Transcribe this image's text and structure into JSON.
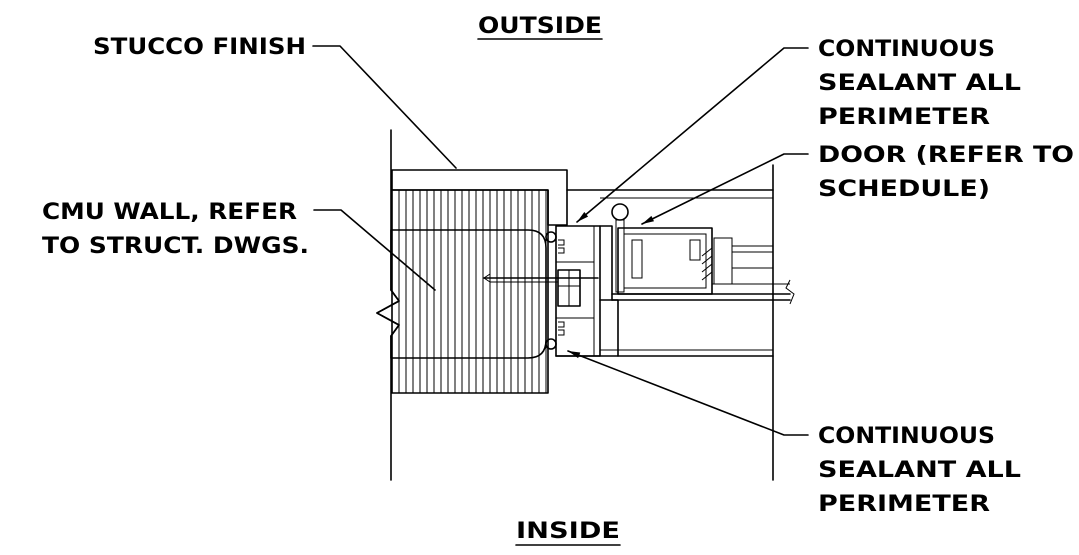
{
  "orientation": {
    "outside": "OUTSIDE",
    "inside": "INSIDE"
  },
  "labels": {
    "stucco_finish": [
      "STUCCO FINISH"
    ],
    "cmu_wall": [
      "CMU WALL, REFER",
      "TO STRUCT. DWGS."
    ],
    "sealant_top": [
      "CONTINUOUS",
      "SEALANT ALL",
      "PERIMETER"
    ],
    "door": [
      "DOOR (REFER TO",
      "SCHEDULE)"
    ],
    "sealant_bottom": [
      "CONTINUOUS",
      "SEALANT ALL",
      "PERIMETER"
    ]
  },
  "colors": {
    "ink": "#000000",
    "paper": "#ffffff"
  }
}
